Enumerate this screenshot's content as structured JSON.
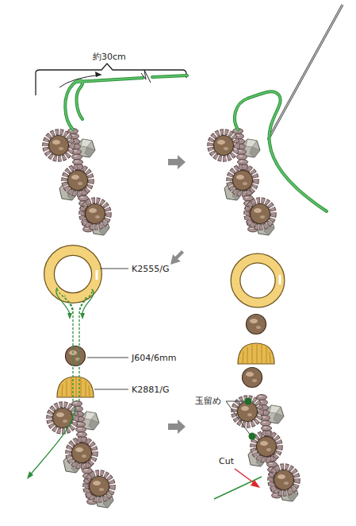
{
  "diagram": {
    "labels": [
      "約30cm",
      "K2555/G",
      "J604/6mm",
      "K2881/G",
      "玉留め",
      "Cut"
    ]
  }
}
